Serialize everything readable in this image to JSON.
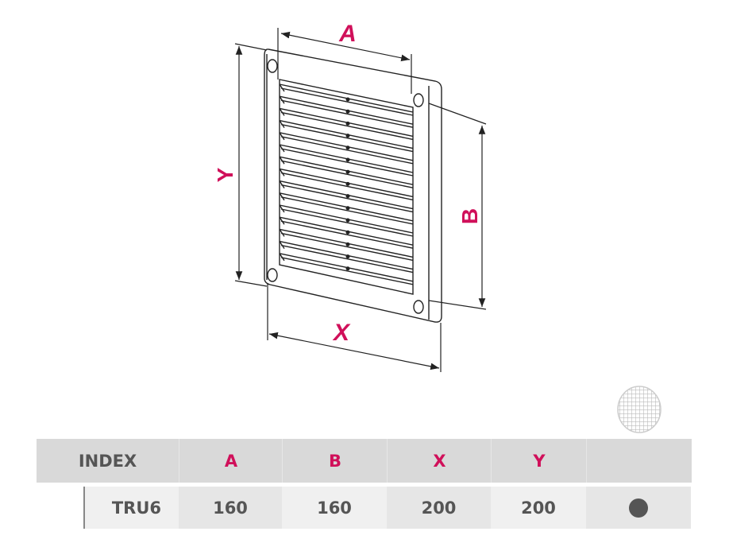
{
  "diagram": {
    "dimension_labels": {
      "A": "A",
      "B": "B",
      "X": "X",
      "Y": "Y"
    },
    "accent_color": "#d0105a",
    "mesh_icon": "insect-mesh-icon"
  },
  "table": {
    "headers": [
      "INDEX",
      "A",
      "B",
      "X",
      "Y",
      ""
    ],
    "rows": [
      {
        "index": "TRU6",
        "A": "160",
        "B": "160",
        "X": "200",
        "Y": "200",
        "mesh": "filled-dot-icon"
      }
    ]
  }
}
